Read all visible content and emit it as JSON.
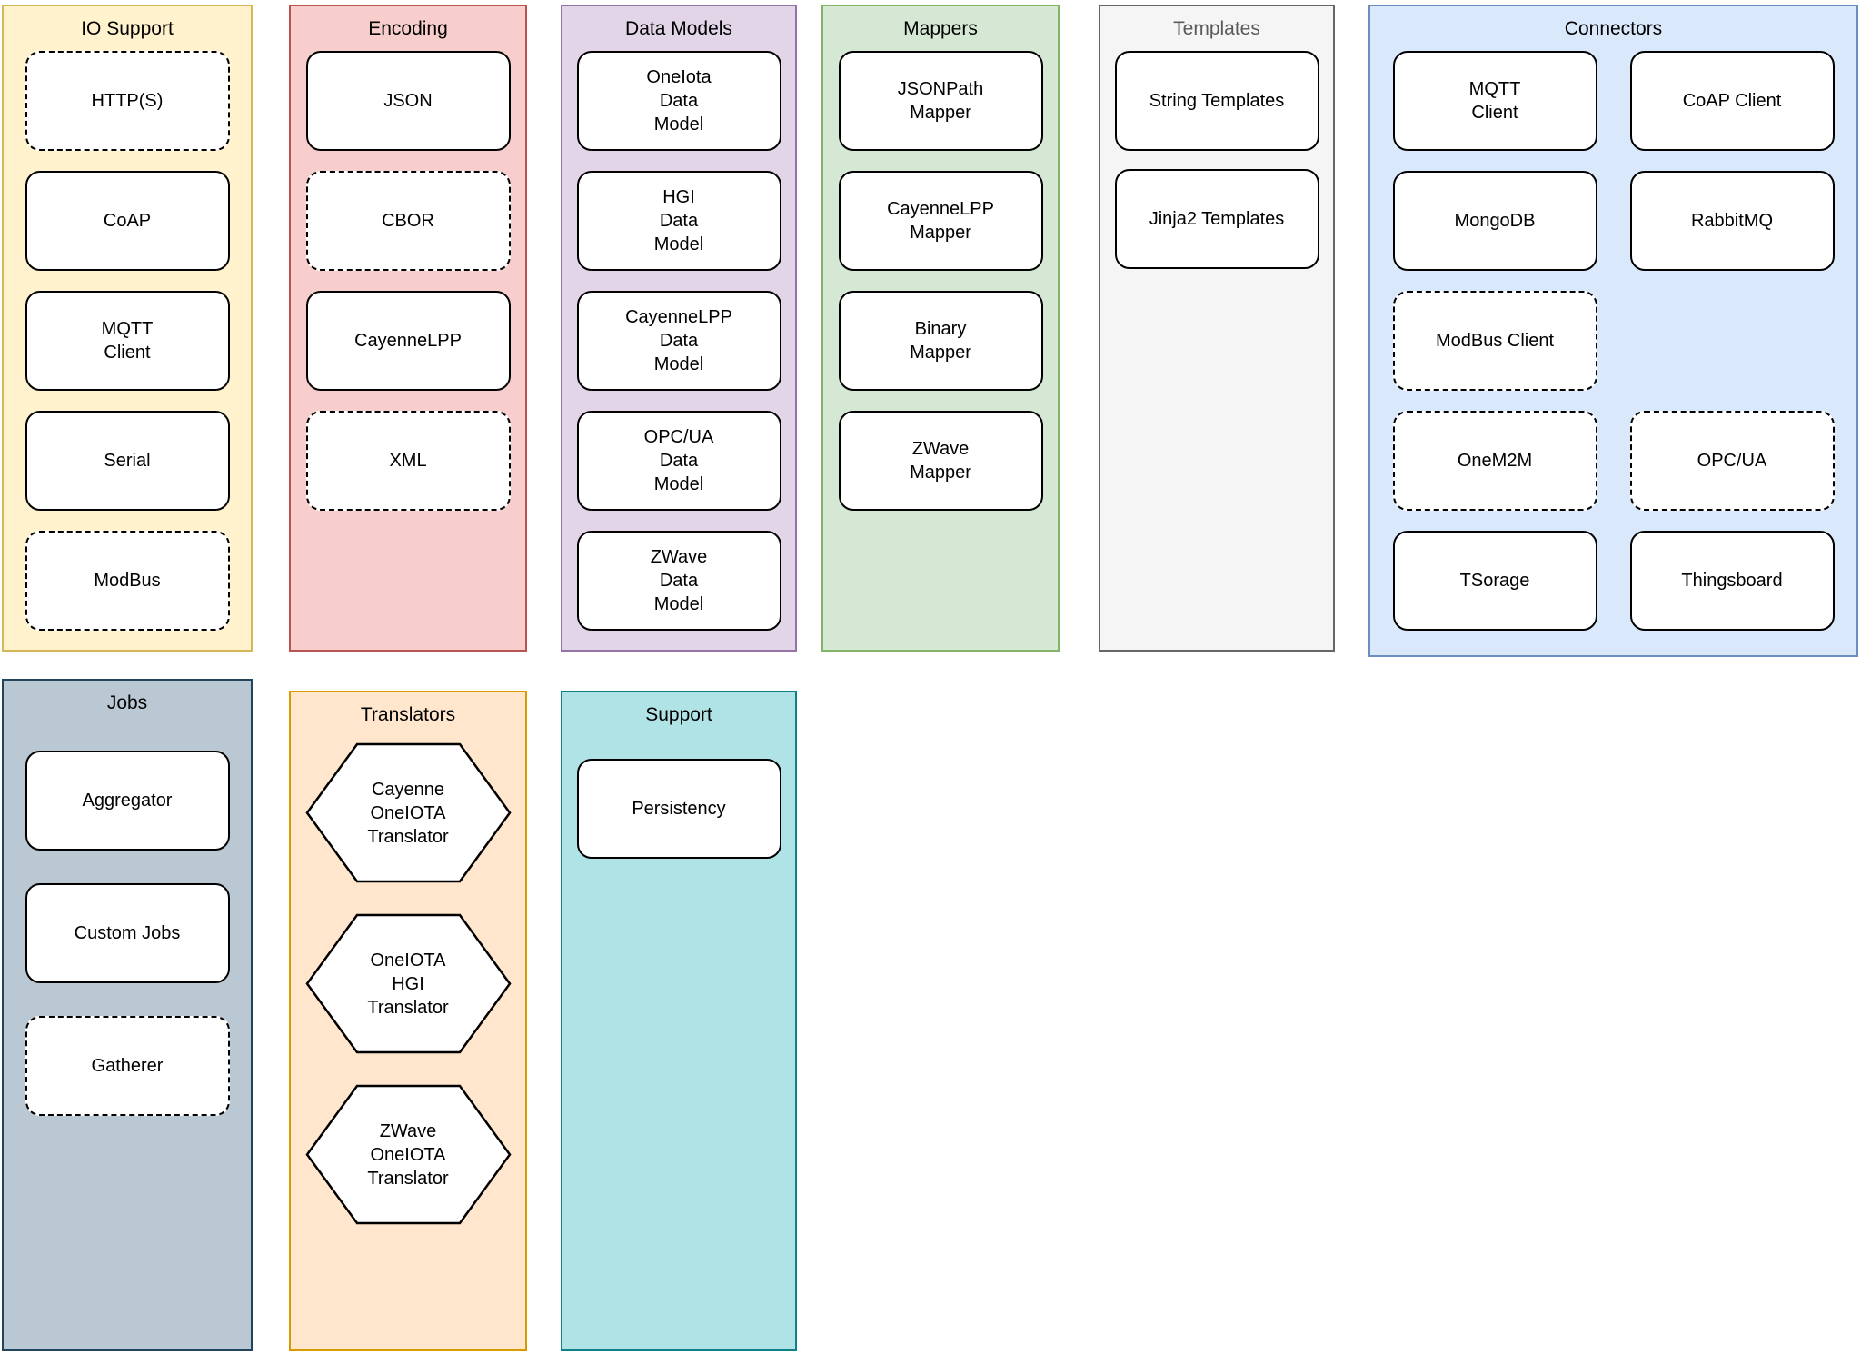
{
  "palette": {
    "io_support_bg": "#FFF2CC",
    "io_support_border": "#D6B656",
    "encoding_bg": "#F8CECC",
    "encoding_border": "#B85450",
    "data_models_bg": "#E1D5E7",
    "data_models_border": "#9673A6",
    "mappers_bg": "#D5E8D4",
    "mappers_border": "#82B366",
    "templates_bg": "#F5F5F5",
    "templates_border": "#666666",
    "templates_title_color": "#595959",
    "connectors_bg": "#DAE8FC",
    "connectors_border": "#6C8EBF",
    "jobs_bg": "#BAC8D3",
    "jobs_border": "#23445D",
    "translators_bg": "#FFE6CC",
    "translators_border": "#D79B00",
    "support_bg": "#B0E3E6",
    "support_border": "#0E8088",
    "node_bg": "#FFFFFF",
    "node_border": "#000000"
  },
  "groups": {
    "io_support": {
      "title": "IO Support",
      "items": [
        {
          "label": "HTTP(S)",
          "style": "dashed"
        },
        {
          "label": "CoAP",
          "style": "solid"
        },
        {
          "label": "MQTT\nClient",
          "style": "solid"
        },
        {
          "label": "Serial",
          "style": "solid"
        },
        {
          "label": "ModBus",
          "style": "dashed"
        }
      ]
    },
    "encoding": {
      "title": "Encoding",
      "items": [
        {
          "label": "JSON",
          "style": "solid"
        },
        {
          "label": "CBOR",
          "style": "dashed"
        },
        {
          "label": "CayenneLPP",
          "style": "solid"
        },
        {
          "label": "XML",
          "style": "dashed"
        }
      ]
    },
    "data_models": {
      "title": "Data Models",
      "items": [
        {
          "label": "OneIota\nData\nModel",
          "style": "solid"
        },
        {
          "label": "HGI\nData\nModel",
          "style": "solid"
        },
        {
          "label": "CayenneLPP\nData\nModel",
          "style": "solid"
        },
        {
          "label": "OPC/UA\nData\nModel",
          "style": "solid"
        },
        {
          "label": "ZWave\nData\nModel",
          "style": "solid"
        }
      ]
    },
    "mappers": {
      "title": "Mappers",
      "items": [
        {
          "label": "JSONPath\nMapper",
          "style": "solid"
        },
        {
          "label": "CayenneLPP\nMapper",
          "style": "solid"
        },
        {
          "label": "Binary\nMapper",
          "style": "solid"
        },
        {
          "label": "ZWave\nMapper",
          "style": "solid"
        }
      ]
    },
    "templates": {
      "title": "Templates",
      "items": [
        {
          "label": "String Templates",
          "style": "solid"
        },
        {
          "label": "Jinja2 Templates",
          "style": "solid"
        }
      ]
    },
    "connectors": {
      "title": "Connectors",
      "items": [
        {
          "label": "MQTT\nClient",
          "style": "solid"
        },
        {
          "label": "CoAP Client",
          "style": "solid"
        },
        {
          "label": "MongoDB",
          "style": "solid"
        },
        {
          "label": "RabbitMQ",
          "style": "solid"
        },
        {
          "label": "ModBus Client",
          "style": "dashed"
        },
        {
          "label": "OneM2M",
          "style": "dashed"
        },
        {
          "label": "OPC/UA",
          "style": "dashed"
        },
        {
          "label": "TSorage",
          "style": "solid"
        },
        {
          "label": "Thingsboard",
          "style": "solid"
        }
      ]
    },
    "jobs": {
      "title": "Jobs",
      "items": [
        {
          "label": "Aggregator",
          "style": "solid"
        },
        {
          "label": "Custom Jobs",
          "style": "solid"
        },
        {
          "label": "Gatherer",
          "style": "dashed"
        }
      ]
    },
    "translators": {
      "title": "Translators",
      "items": [
        {
          "label": "Cayenne\nOneIOTA\nTranslator",
          "shape": "hexagon"
        },
        {
          "label": "OneIOTA\nHGI\nTranslator",
          "shape": "hexagon"
        },
        {
          "label": "ZWave\nOneIOTA\nTranslator",
          "shape": "hexagon"
        }
      ]
    },
    "support": {
      "title": "Support",
      "items": [
        {
          "label": "Persistency",
          "style": "solid"
        }
      ]
    }
  }
}
